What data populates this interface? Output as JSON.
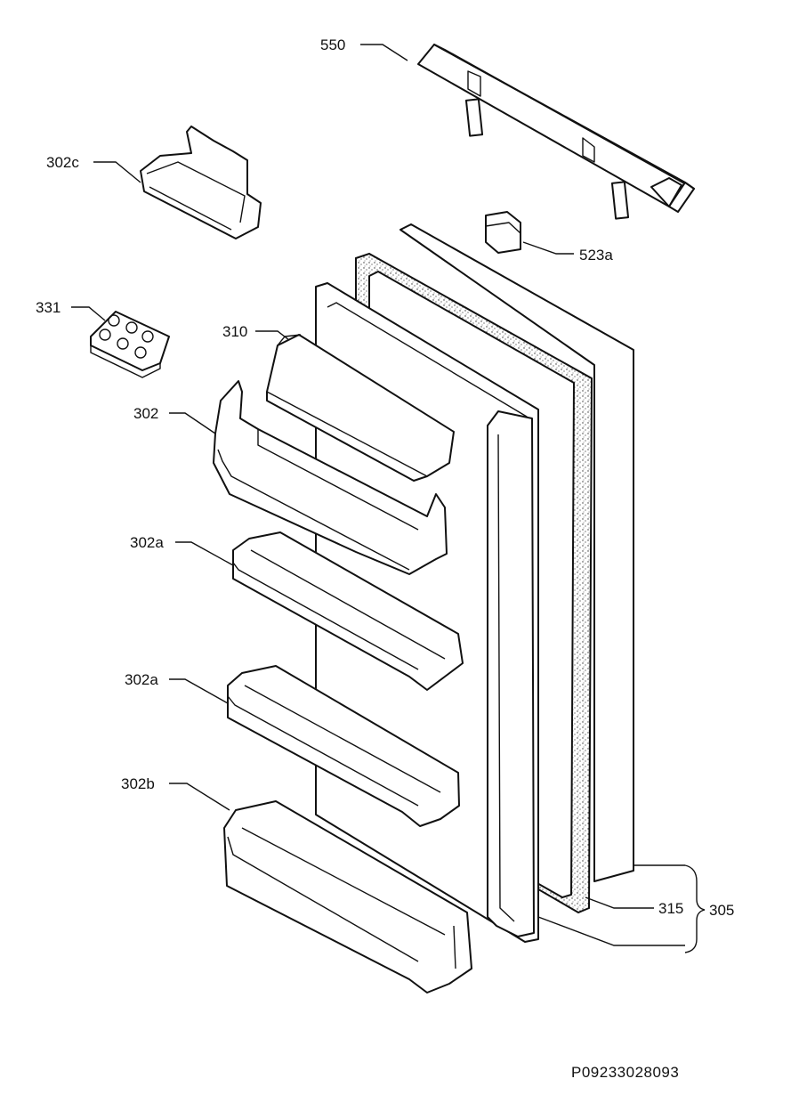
{
  "callouts": {
    "hinge_cover": "550",
    "egg_tray_shelf_small": "302c",
    "hinge_insert": "523a",
    "egg_tray": "331",
    "shelf_lid": "310",
    "door_shelf_upper": "302",
    "door_shelf_middle": "302a",
    "door_shelf_lower": "302a",
    "bottle_shelf": "302b",
    "door_gasket": "315",
    "door_assembly": "305"
  },
  "document_id": "P09233028093"
}
